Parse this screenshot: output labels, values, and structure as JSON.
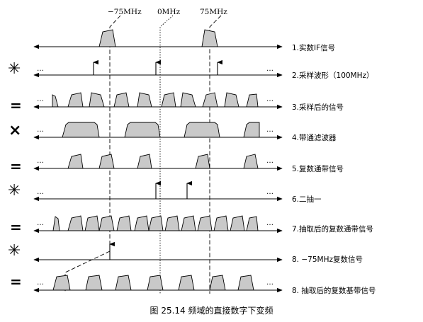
{
  "freq_labels": [
    "−75MHz",
    "0MHz",
    "75MHz"
  ],
  "rows": [
    {
      "operator": "",
      "label": "1.实数IF信号"
    },
    {
      "operator": "✳",
      "label": "2.采样波形（100MHz）"
    },
    {
      "operator": "=",
      "label": "3.采样后的信号"
    },
    {
      "operator": "×",
      "label": "4.带通滤波器"
    },
    {
      "operator": "=",
      "label": "5.复数通带信号"
    },
    {
      "operator": "✳",
      "label": "6.二抽一"
    },
    {
      "operator": "=",
      "label": "7.抽取后的复数通带信号"
    },
    {
      "operator": "✳",
      "label": "8. −75MHz复数信号"
    },
    {
      "operator": "=",
      "label": "8. 抽取后的复数基带信号"
    }
  ],
  "ellipsis": "…",
  "caption": "图 25.14    频域的直接数字下变频"
}
